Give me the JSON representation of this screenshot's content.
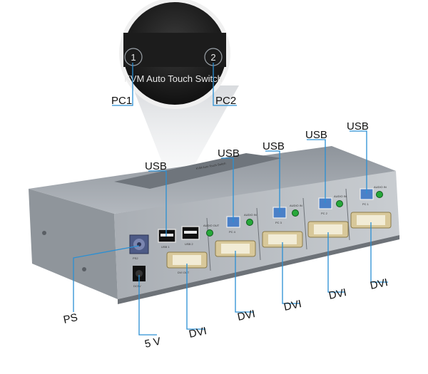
{
  "zoom": {
    "button_1": "1",
    "button_2": "2",
    "caption": "KVM Auto Touch Switch"
  },
  "device": {
    "top_label": "KVM Auto Touch Switch",
    "ports": {
      "ps2": "PS2",
      "usb1": "USB 1",
      "usb2": "USB 2",
      "dc": "DC5V",
      "audio_out": "AUDIO OUT",
      "dvi_out": "DVI OUT",
      "audio_in": "AUDIO IN",
      "pc4": "PC 4",
      "pc3": "PC 3",
      "pc2": "PC 2",
      "pc1": "PC 1"
    }
  },
  "callouts": {
    "pc1": "PC1",
    "pc2": "PC2",
    "usb": "USB",
    "dvi": "DVI",
    "ps": "PS",
    "five_v": "5 V"
  },
  "colors": {
    "leader": "#2a8fd4",
    "body": "#a7adb4",
    "panel": "#c3c7cc"
  }
}
